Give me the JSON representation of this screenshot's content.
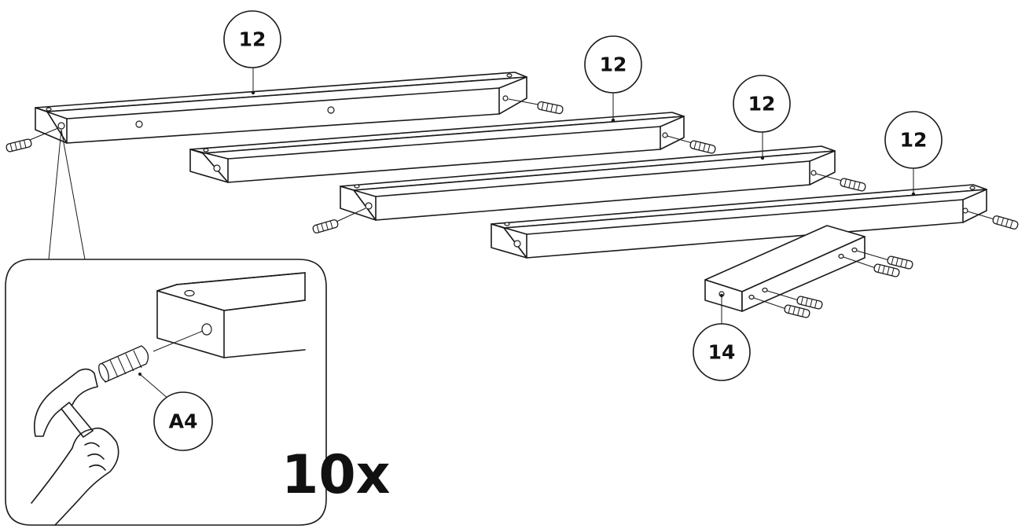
{
  "callouts": {
    "rail_1": "12",
    "rail_2": "12",
    "rail_3": "12",
    "rail_4": "12",
    "short_rail": "14",
    "dowel": "A4"
  },
  "detail": {
    "quantity": "10x"
  },
  "icons": [
    "dowel-icon",
    "hammer-icon",
    "hand-icon"
  ],
  "colors": {
    "line": "#1a1a1a",
    "background": "#ffffff"
  }
}
